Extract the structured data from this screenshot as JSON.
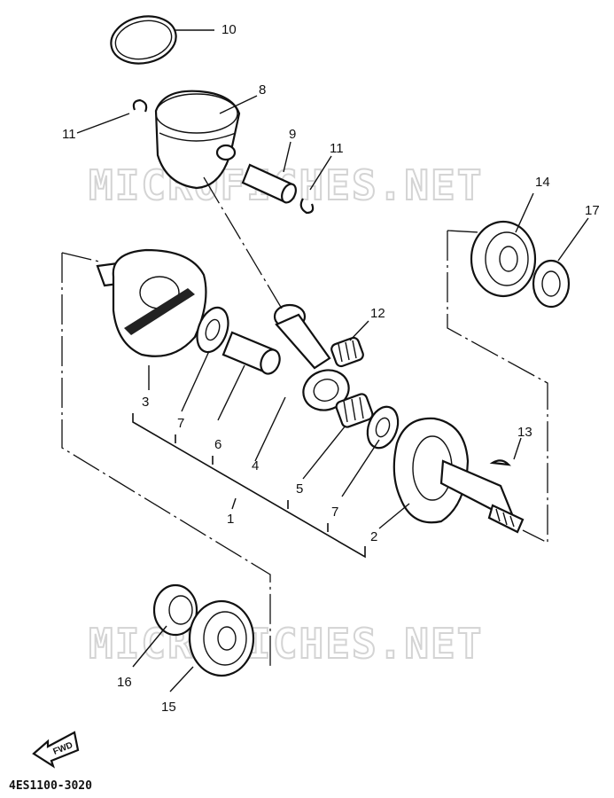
{
  "watermark": "MICROFICHES.NET",
  "diagram_code": "4ES1100-3020",
  "fwd_label": "FWD",
  "callouts": {
    "c1": "1",
    "c2": "2",
    "c3": "3",
    "c4": "4",
    "c5": "5",
    "c6": "6",
    "c7a": "7",
    "c7b": "7",
    "c8": "8",
    "c9": "9",
    "c10": "10",
    "c11a": "11",
    "c11b": "11",
    "c12": "12",
    "c13": "13",
    "c14": "14",
    "c15": "15",
    "c16": "16",
    "c17": "17"
  }
}
